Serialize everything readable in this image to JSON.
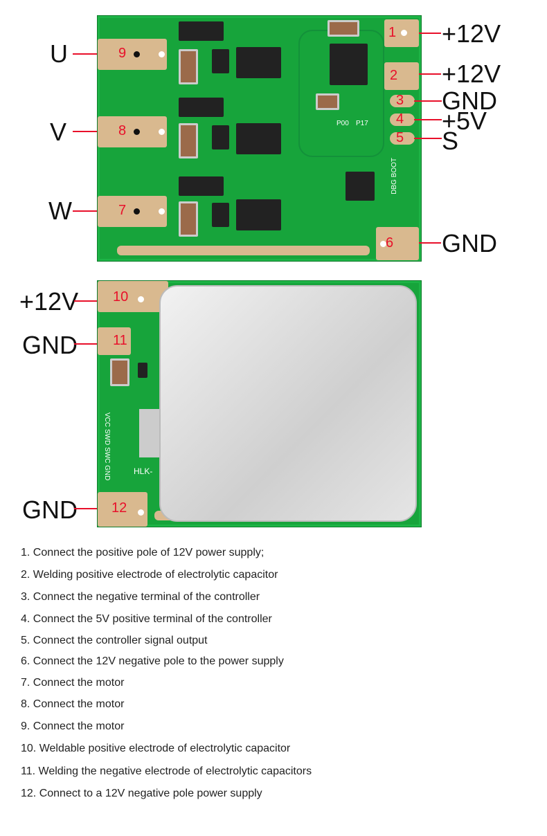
{
  "top_board": {
    "left_labels": [
      {
        "text": "U",
        "pin": "9"
      },
      {
        "text": "V",
        "pin": "8"
      },
      {
        "text": "W",
        "pin": "7"
      }
    ],
    "right_labels": [
      {
        "text": "+12V",
        "pin": "1"
      },
      {
        "text": "+12V",
        "pin": "2"
      },
      {
        "text": "GND",
        "pin": "3"
      },
      {
        "text": "+5V",
        "pin": "4"
      },
      {
        "text": "S",
        "pin": "5"
      },
      {
        "text": "GND",
        "pin": "6"
      }
    ],
    "silk": {
      "p00": "P00",
      "p17": "P17",
      "dbg": "DBG BOOT"
    }
  },
  "bottom_board": {
    "left_labels": [
      {
        "text": "+12V",
        "pin": "10"
      },
      {
        "text": "GND",
        "pin": "11"
      },
      {
        "text": "GND",
        "pin": "12"
      }
    ],
    "silk": {
      "pins": "VCC SWD SWC GND",
      "module": "HLK-"
    }
  },
  "descriptions": [
    "1. Connect the positive pole of 12V power supply;",
    "2. Welding positive electrode of electrolytic capacitor",
    "3. Connect the negative terminal of the controller",
    "4. Connect the 5V positive terminal of the controller",
    "5. Connect the controller signal output",
    "6. Connect the 12V negative pole to the power supply",
    "7. Connect the motor",
    "8. Connect the motor",
    "9. Connect the motor",
    "10. Weldable positive electrode of electrolytic capacitor",
    "11. Welding the negative electrode of electrolytic capacitors",
    "12. Connect to a 12V negative pole power supply"
  ],
  "colors": {
    "pcb": "#17a43b",
    "pad": "#d9b98f",
    "accent": "#e8102a"
  }
}
